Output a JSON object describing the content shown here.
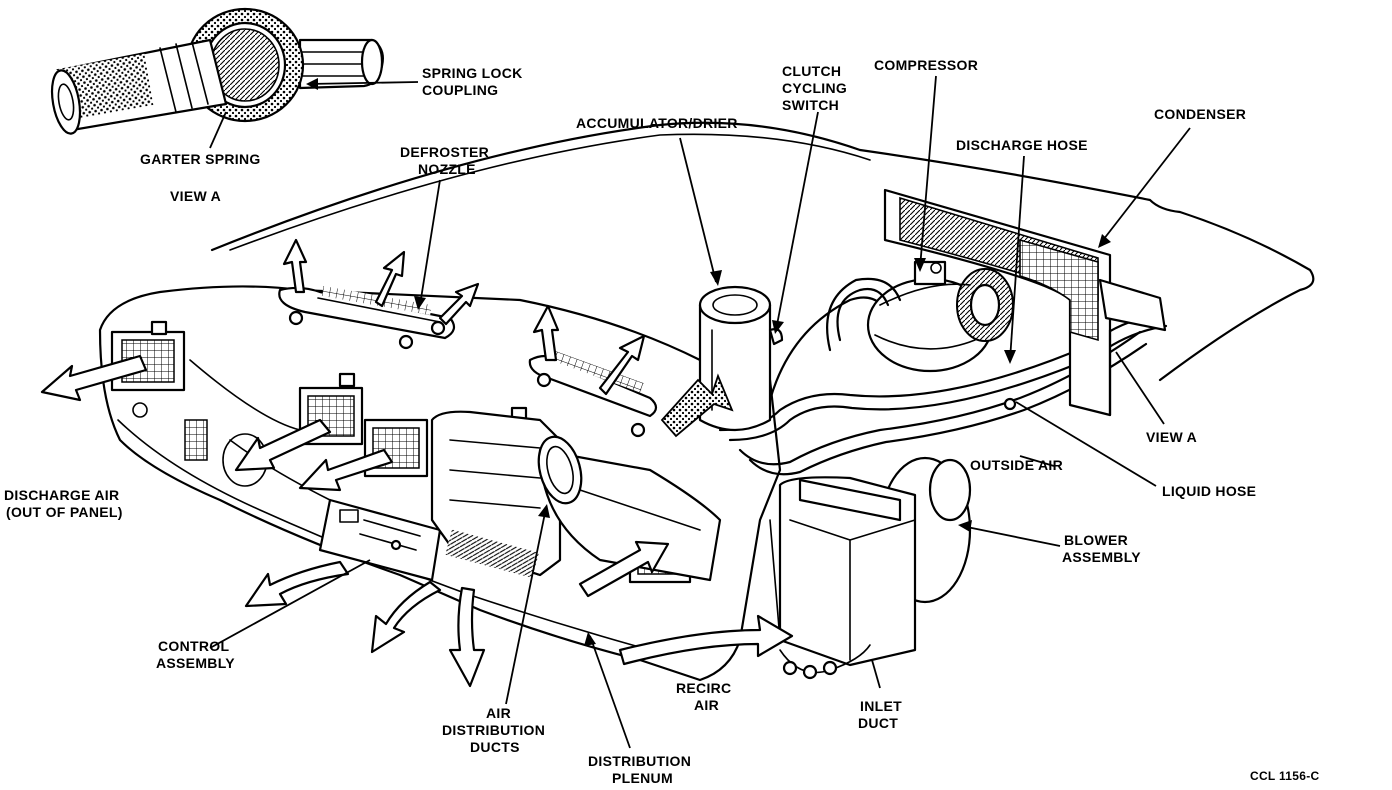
{
  "labels": {
    "spring_lock_coupling": [
      "SPRING LOCK",
      "COUPLING"
    ],
    "garter_spring": "GARTER SPRING",
    "view_a_inset": "VIEW A",
    "defroster_nozzle": [
      "DEFROSTER",
      "NOZZLE"
    ],
    "accumulator_drier": "ACCUMULATOR/DRIER",
    "clutch_cycling_switch": [
      "CLUTCH",
      "CYCLING",
      "SWITCH"
    ],
    "compressor": "COMPRESSOR",
    "discharge_hose": "DISCHARGE HOSE",
    "condenser": "CONDENSER",
    "view_a_callout": "VIEW A",
    "outside_air": "OUTSIDE AIR",
    "liquid_hose": "LIQUID HOSE",
    "blower_assembly": [
      "BLOWER",
      "ASSEMBLY"
    ],
    "discharge_air": [
      "DISCHARGE AIR",
      "(OUT OF PANEL)"
    ],
    "control_assembly": [
      "CONTROL",
      "ASSEMBLY"
    ],
    "air_distribution_ducts": [
      "AIR",
      "DISTRIBUTION",
      "DUCTS"
    ],
    "distribution_plenum": [
      "DISTRIBUTION",
      "PLENUM"
    ],
    "recirc_air": [
      "RECIRC",
      "AIR"
    ],
    "inlet_duct": [
      "INLET",
      "DUCT"
    ],
    "figure_code": "CCL 1156-C"
  },
  "colors": {
    "ink": "#000000",
    "paper": "#ffffff",
    "shade": "#bdbdbd"
  }
}
